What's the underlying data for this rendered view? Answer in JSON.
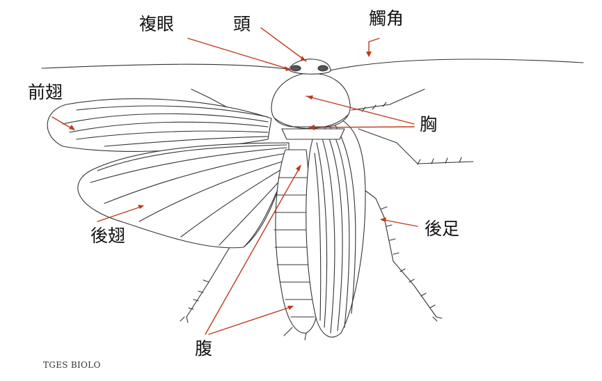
{
  "diagram": {
    "labels": {
      "compound_eye": "複眼",
      "head": "頭",
      "antenna": "觸角",
      "forewing": "前翅",
      "thorax": "胸",
      "hindwing": "後翅",
      "hind_leg": "後足",
      "abdomen": "腹"
    },
    "credit": "TGES BIOLO",
    "colors": {
      "leader": "#c0391b",
      "outline": "#333333",
      "text": "#111111"
    }
  }
}
